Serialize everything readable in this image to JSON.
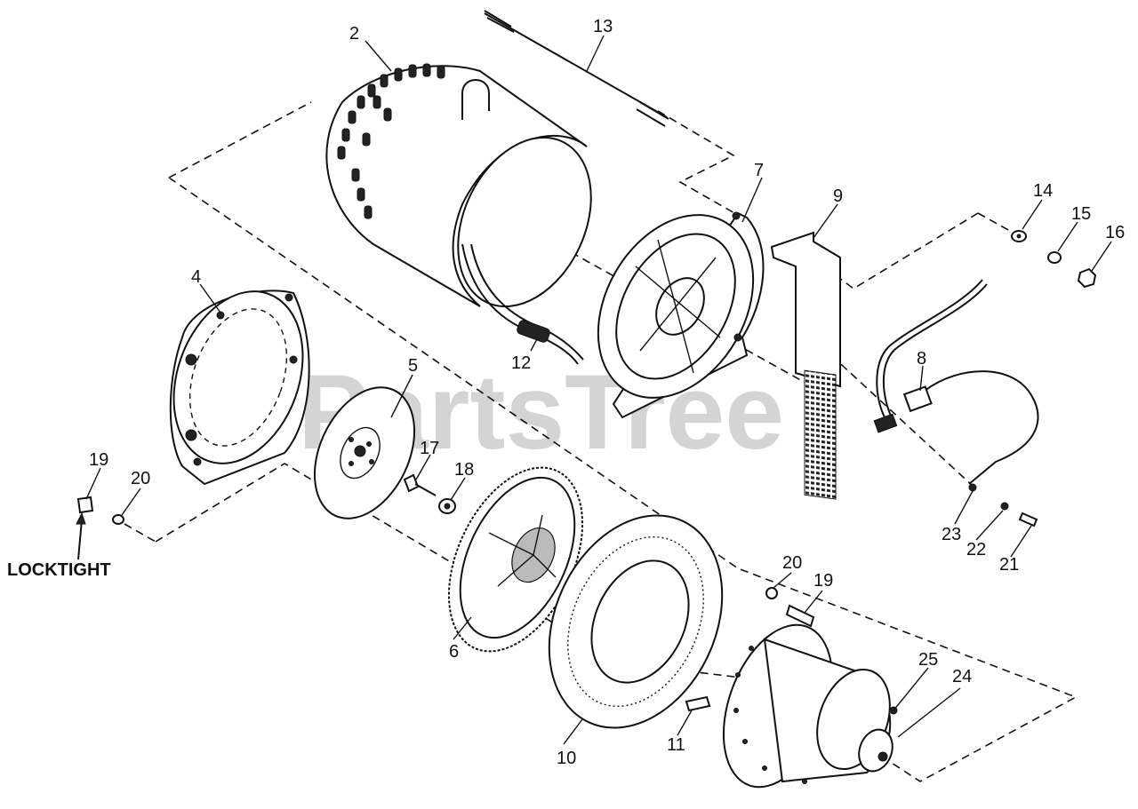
{
  "watermark": "PartsTree",
  "note": "LOCKTIGHT",
  "callouts": [
    "2",
    "13",
    "7",
    "9",
    "14",
    "15",
    "16",
    "4",
    "5",
    "12",
    "8",
    "17",
    "18",
    "19",
    "20",
    "6",
    "23",
    "22",
    "21",
    "20",
    "19",
    "10",
    "11",
    "25",
    "24"
  ]
}
